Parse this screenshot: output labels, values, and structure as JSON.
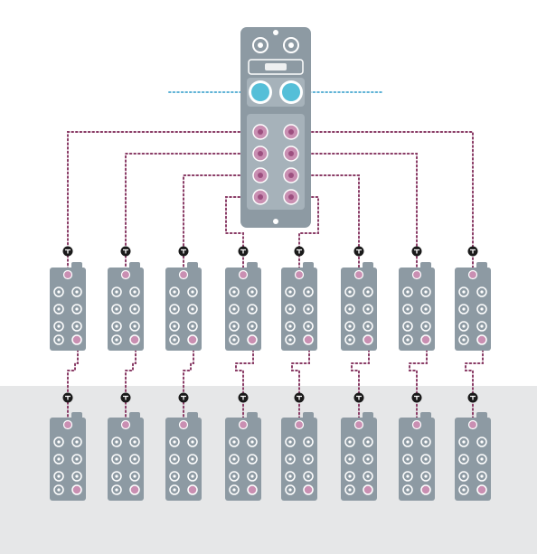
{
  "colors": {
    "background": "#ffffff",
    "lower_band": "#e6e7e8",
    "module_body": "#8d9aa3",
    "module_panel": "#a6b2ba",
    "port_ring": "#ffffff",
    "port_magenta": "#c98fb2",
    "port_magenta_inner": "#9c4f7f",
    "port_cyan": "#55bfd8",
    "ethernet_line": "#5fb3d6",
    "io_line": "#8a3c66",
    "tee_connector": "#1a1a1a"
  },
  "diagram": {
    "master": {
      "top_connectors": 2,
      "ethernet_ports": 2,
      "io_ports": 8
    },
    "row1_modules": 8,
    "row2_modules": 8,
    "ports_per_module": 8,
    "connector_icon": "t-connector-icon"
  }
}
